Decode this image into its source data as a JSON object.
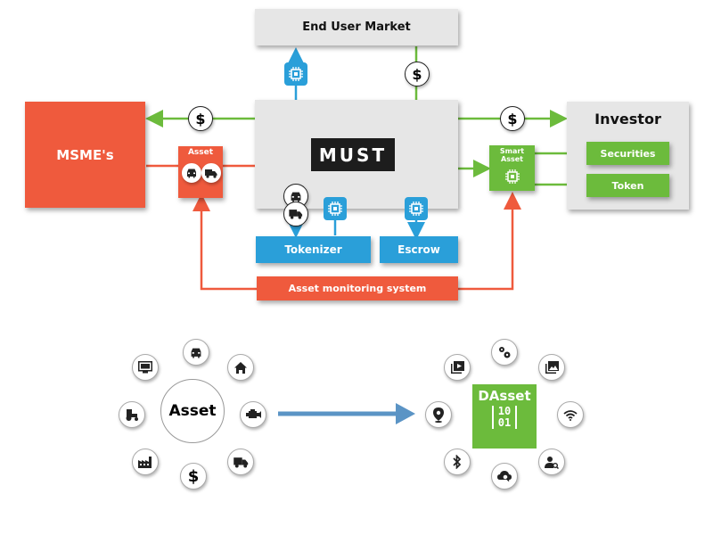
{
  "top": {
    "end_user_market": "End User Market",
    "msmes": "MSME's",
    "investor": "Investor",
    "must_logo": "MUST",
    "asset_label": "Asset",
    "smart_asset_label": "Smart Asset",
    "securities": "Securities",
    "token": "Token",
    "tokenizer": "Tokenizer",
    "escrow": "Escrow",
    "asset_monitoring": "Asset monitoring system",
    "dollar": "$"
  },
  "bottom": {
    "asset_center": "Asset",
    "dasset_label": "DAsset",
    "binary_line1": "10",
    "binary_line2": "01",
    "dollar": "$",
    "asset_icons": [
      "car-icon",
      "home-icon",
      "engine-icon",
      "truck-icon",
      "dollar-icon",
      "factory-icon",
      "tractor-icon",
      "monitor-icon"
    ],
    "dasset_icons": [
      "gears-icon",
      "image-icon",
      "wifi-icon",
      "user-search-icon",
      "cloud-search-icon",
      "bluetooth-icon",
      "location-icon",
      "video-icon"
    ]
  },
  "colors": {
    "red": "#ef5a3d",
    "blue": "#2a9fd9",
    "green": "#6cbb3c",
    "grey": "#e6e6e6",
    "arrow_blue": "#5b94c5"
  }
}
